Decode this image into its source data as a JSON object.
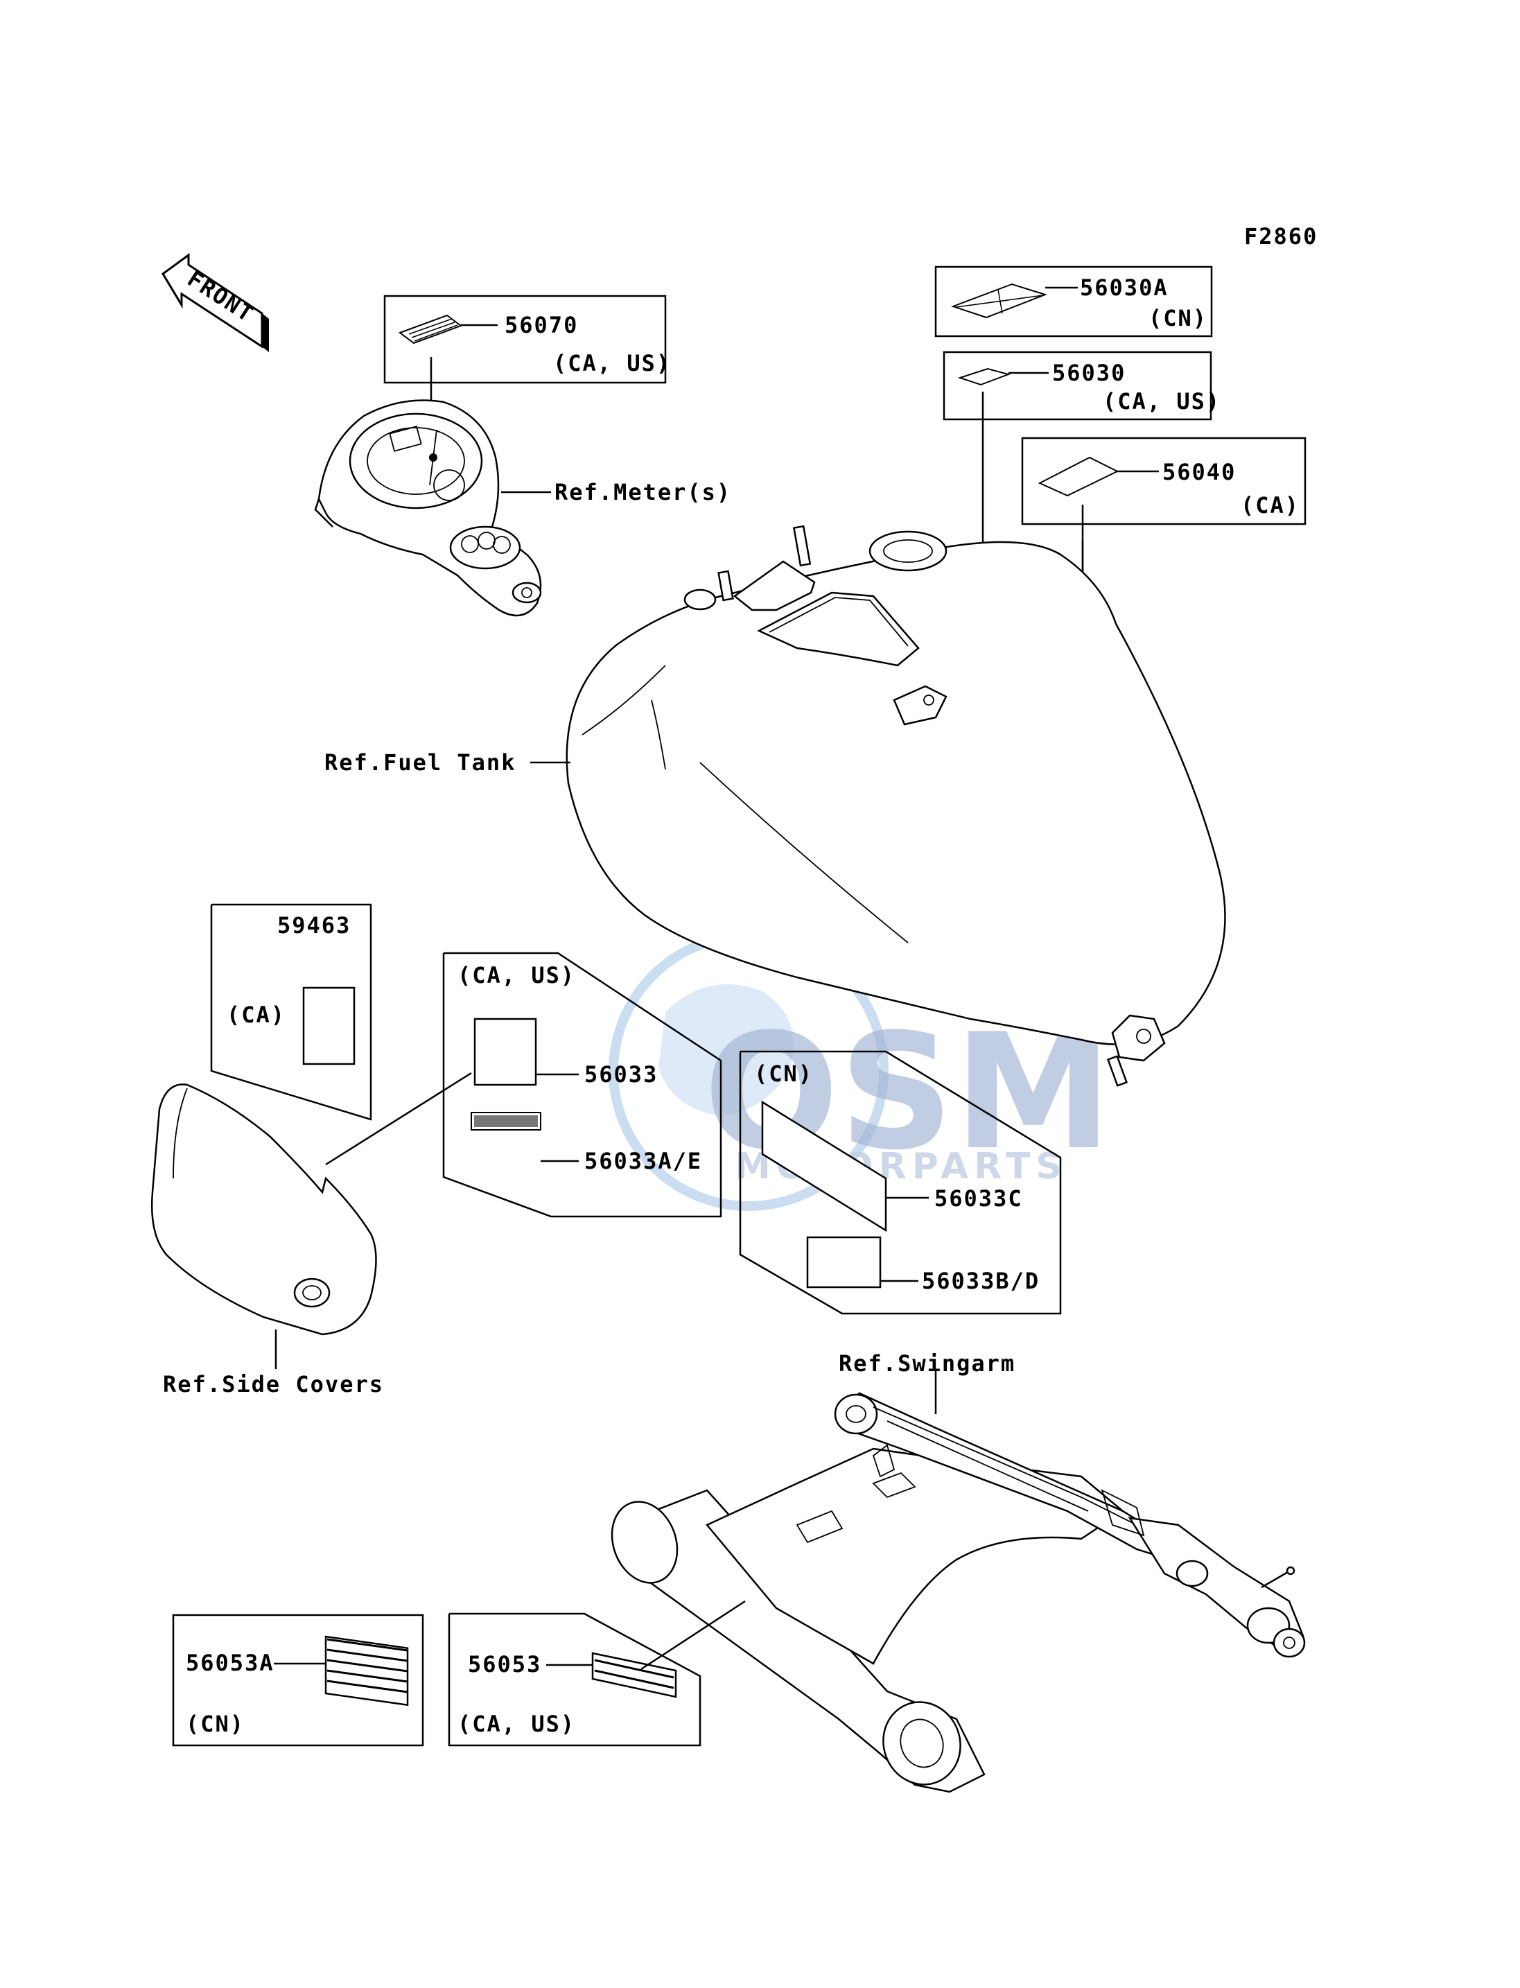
{
  "figure_code": "F2860",
  "front_indicator": "FRONT",
  "watermark": {
    "main": "OSM",
    "sub": "MOTORPARTS",
    "color": "#4a6fa5",
    "ring_color": "#9fc3e6"
  },
  "callouts": {
    "p56070": {
      "part": "56070",
      "region": "(CA, US)"
    },
    "p56030A": {
      "part": "56030A",
      "region": "(CN)"
    },
    "p56030": {
      "part": "56030",
      "region": "(CA, US)"
    },
    "p56040": {
      "part": "56040",
      "region": "(CA)"
    },
    "p59463": {
      "part": "59463",
      "region": "(CA)"
    },
    "group_ca_us": {
      "region": "(CA, US)",
      "parts": [
        "56033",
        "56033A/E"
      ]
    },
    "group_cn": {
      "region": "(CN)",
      "parts": [
        "56033C",
        "56033B/D"
      ]
    },
    "p56053A": {
      "part": "56053A",
      "region": "(CN)"
    },
    "p56053": {
      "part": "56053",
      "region": "(CA, US)"
    }
  },
  "references": {
    "meter": "Ref.Meter(s)",
    "fuel_tank": "Ref.Fuel Tank",
    "side_covers": "Ref.Side Covers",
    "swingarm": "Ref.Swingarm"
  }
}
